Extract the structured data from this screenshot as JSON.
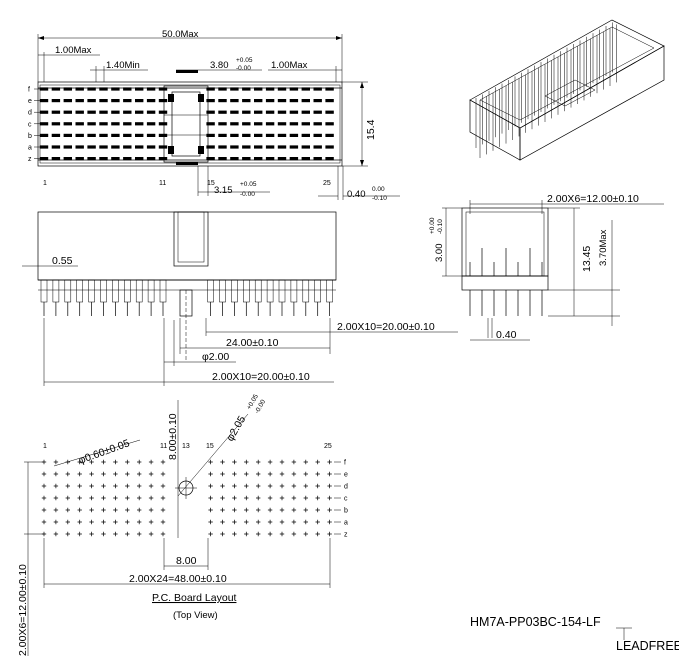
{
  "top_view": {
    "width": "50.0Max",
    "edge_left": "1.00Max",
    "pitch_min": "1.40Min",
    "slot": "3.80",
    "slot_tol_plus": "+0.05",
    "slot_tol_minus": "-0.00",
    "edge_right": "1.00Max",
    "height": "15.4",
    "rows": [
      "f",
      "e",
      "d",
      "c",
      "b",
      "a",
      "z"
    ],
    "col_1": "1",
    "col_11": "11",
    "col_15": "15",
    "col_25": "25",
    "key_offset": "3.15",
    "key_tol_plus": "+0.05",
    "key_tol_minus": "-0.00",
    "side_dim": "0.40",
    "side_tol_plus": "0.00",
    "side_tol_minus": "-0.10"
  },
  "side_view": {
    "pin_width": "0.55",
    "pitch_right": "2.00X10=20.00±0.10",
    "span": "24.00±0.10",
    "post_dia": "φ2.00",
    "pitch_left": "2.00X10=20.00±0.10"
  },
  "end_view": {
    "pitch_top": "2.00X6=12.00±0.10",
    "tail_height": "3.00",
    "tail_tol_plus": "+0.00",
    "tail_tol_minus": "-0.10",
    "body_height": "13.45",
    "standoff": "3.70Max",
    "pin_width": "0.40"
  },
  "pcb_layout": {
    "col_1": "1",
    "hole_dia": "φ0.60±0.05",
    "col_11": "11",
    "col_13": "13",
    "col_15": "15",
    "col_25": "25",
    "post_height": "8.00±0.10",
    "post_hole_dia": "φ2.05",
    "post_tol_plus": "+0.05",
    "post_tol_minus": "-0.00",
    "rows": [
      "f",
      "e",
      "d",
      "c",
      "b",
      "a",
      "z"
    ],
    "pitch_vertical": "2.00X6=12.00±0.10",
    "gap": "8.00",
    "pitch_horizontal": "2.00X24=48.00±0.10",
    "title": "P.C. Board Layout",
    "subtitle": "(Top View)"
  },
  "part_number": "HM7A-PP03BC-154-LF",
  "leadfree": "LEADFREE"
}
